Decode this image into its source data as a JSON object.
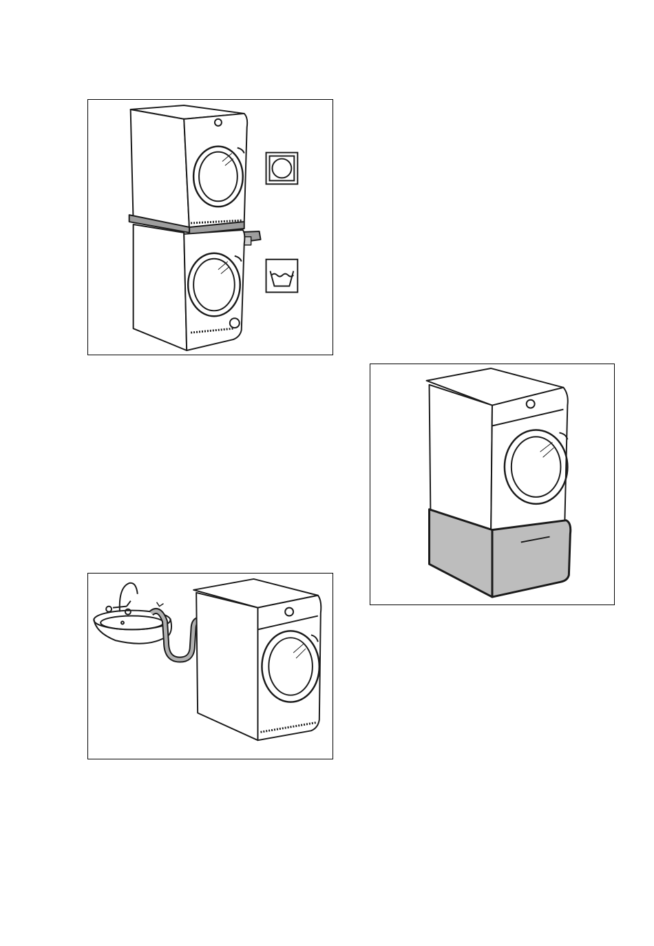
{
  "page": {
    "figures": [
      {
        "id": "stacking-kit",
        "symbols": [
          "tumble-dryer-symbol",
          "washing-machine-symbol"
        ]
      },
      {
        "id": "pedestal"
      },
      {
        "id": "drain-to-sink"
      }
    ]
  },
  "colors": {
    "line": "#1a1a1a",
    "panel_fill": "#ffffff",
    "plinth_fill": "#bdbdbd",
    "kit_fill": "#9e9e9e",
    "hose_fill": "#b0b0b0"
  }
}
